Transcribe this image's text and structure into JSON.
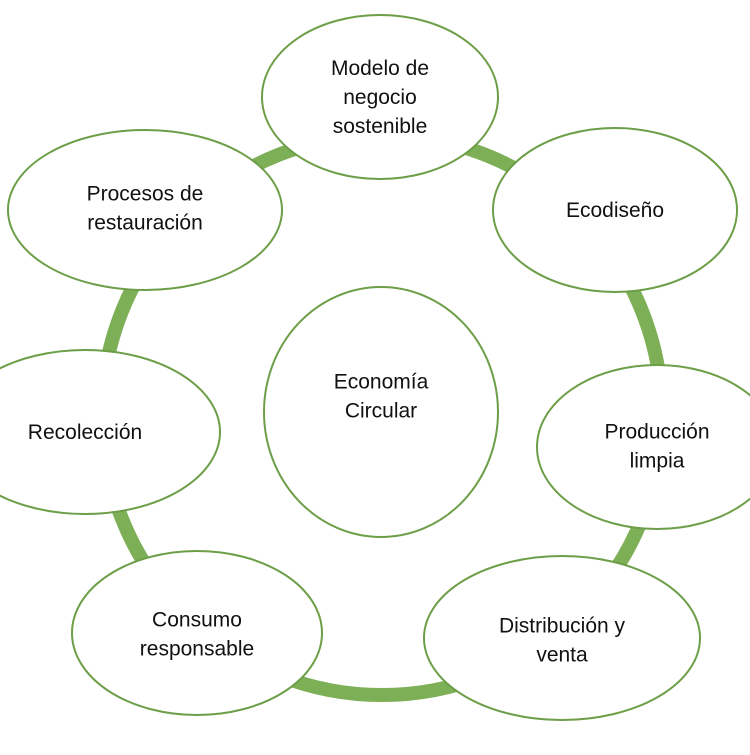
{
  "diagram": {
    "center": {
      "lines": [
        "Economía",
        "Circular"
      ]
    },
    "nodes": [
      {
        "id": "modelo-de-negocio-sostenible",
        "lines": [
          "Modelo de",
          "negocio",
          "sostenible"
        ]
      },
      {
        "id": "ecodiseno",
        "lines": [
          "Ecodiseño"
        ]
      },
      {
        "id": "produccion-limpia",
        "lines": [
          "Producción",
          "limpia"
        ]
      },
      {
        "id": "distribucion-y-venta",
        "lines": [
          "Distribución y",
          "venta"
        ]
      },
      {
        "id": "consumo-responsable",
        "lines": [
          "Consumo",
          "responsable"
        ]
      },
      {
        "id": "recoleccion",
        "lines": [
          "Recolección"
        ]
      },
      {
        "id": "procesos-de-restauracion",
        "lines": [
          "Procesos de",
          "restauración"
        ]
      }
    ],
    "colors": {
      "ring": "#7daf56",
      "ellipse_fill": "#ffffff",
      "ellipse_stroke": "#6d9e48",
      "text": "#111111"
    }
  }
}
